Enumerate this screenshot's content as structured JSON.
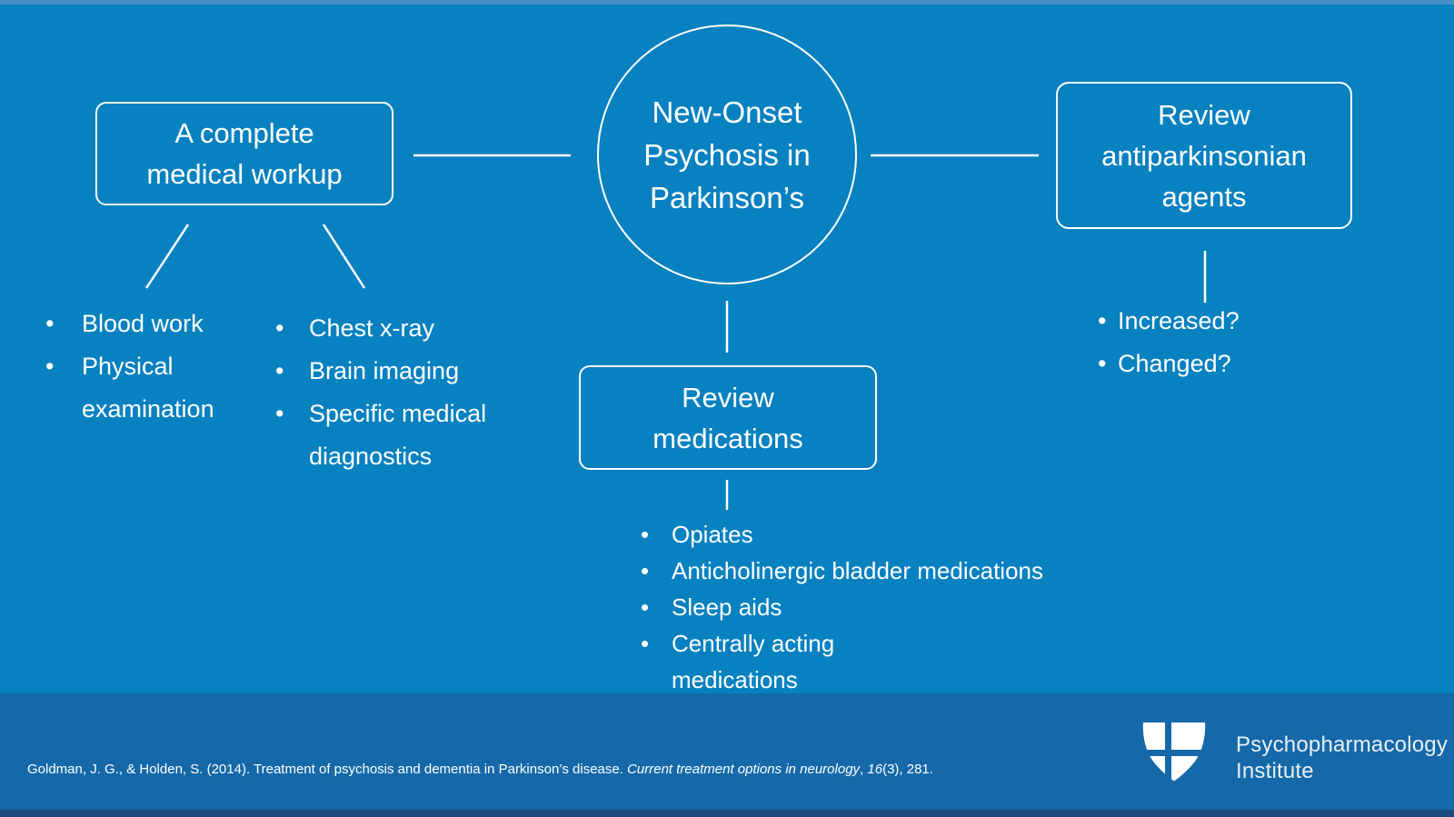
{
  "colors": {
    "background": "#0781c0",
    "footer_band": "#1569a8",
    "top_strip": "#4191c5",
    "bottom_strip": "#1d4b7d",
    "line_and_text": "#ffffff"
  },
  "diagram": {
    "center_circle": {
      "lines": [
        "New-Onset",
        "Psychosis in",
        "Parkinson’s"
      ]
    },
    "workup_box": {
      "lines": [
        "A complete",
        "medical workup"
      ]
    },
    "agents_box": {
      "lines": [
        "Review",
        "antiparkinsonian",
        "agents"
      ]
    },
    "medications_box": {
      "lines": [
        "Review",
        "medications"
      ]
    },
    "workup_list_col1": [
      "Blood work",
      "Physical\nexamination"
    ],
    "workup_list_col2": [
      "Chest x-ray",
      "Brain imaging",
      "Specific medical\ndiagnostics"
    ],
    "agents_list": [
      "Increased?",
      "Changed?"
    ],
    "medications_list": [
      "Opiates",
      "Anticholinergic bladder medications",
      "Sleep aids",
      "Centrally acting\nmedications"
    ]
  },
  "footer": {
    "citation": {
      "part1": "Goldman, J. G., & Holden, S. (2014). Treatment of psychosis and dementia in Parkinson’s disease. ",
      "part2_italic": "Current treatment options in neurology",
      "part3": ", ",
      "part4_italic": "16",
      "part5": "(3), 281."
    },
    "logo": {
      "line1": "Psychopharmacology",
      "line2": "Institute"
    }
  }
}
